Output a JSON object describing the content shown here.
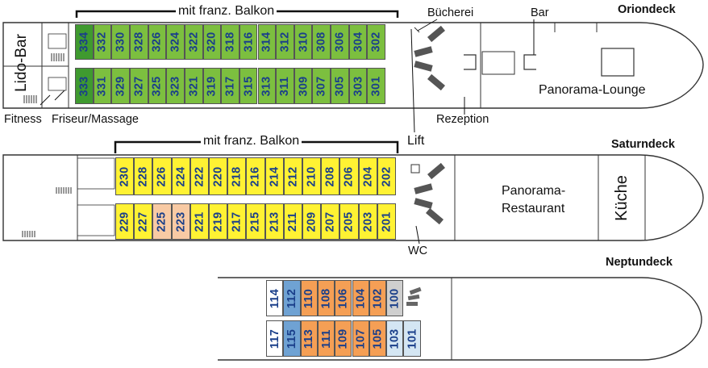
{
  "colors": {
    "orion": "#7cbf3f",
    "orion_dark": "#3f9a2f",
    "saturn": "#fff233",
    "saturn_alt": "#f8caa4",
    "neptun": "#f59f55",
    "neptun_blue": "#6fa2d3",
    "neptun_light": "#d4e6f3",
    "neptun_grey": "#cfcfcf",
    "white": "#ffffff"
  },
  "decks": {
    "orion": {
      "title": "Oriondeck"
    },
    "saturn": {
      "title": "Saturndeck"
    },
    "neptun": {
      "title": "Neptundeck"
    }
  },
  "labels": {
    "balkon_orion": "mit franz. Balkon",
    "balkon_saturn": "mit franz. Balkon",
    "lido_bar": "Lido-Bar",
    "fitness": "Fitness",
    "friseur": "Friseur/Massage",
    "buecherei": "Bücherei",
    "bar": "Bar",
    "panorama_lounge": "Panorama-Lounge",
    "rezeption": "Rezeption",
    "lift": "Lift",
    "panorama_restaurant_1": "Panorama-",
    "panorama_restaurant_2": "Restaurant",
    "kueche": "Küche",
    "wc": "WC"
  },
  "cabins": {
    "orion_top": [
      {
        "n": "334",
        "c": "orion_dark"
      },
      {
        "n": "332",
        "c": "orion"
      },
      {
        "n": "330",
        "c": "orion"
      },
      {
        "n": "328",
        "c": "orion"
      },
      {
        "n": "326",
        "c": "orion"
      },
      {
        "n": "324",
        "c": "orion"
      },
      {
        "n": "322",
        "c": "orion"
      },
      {
        "n": "320",
        "c": "orion"
      },
      {
        "n": "318",
        "c": "orion"
      },
      {
        "n": "316",
        "c": "orion"
      },
      {
        "n": "314",
        "c": "orion"
      },
      {
        "n": "312",
        "c": "orion"
      },
      {
        "n": "310",
        "c": "orion"
      },
      {
        "n": "308",
        "c": "orion"
      },
      {
        "n": "306",
        "c": "orion"
      },
      {
        "n": "304",
        "c": "orion"
      },
      {
        "n": "302",
        "c": "orion"
      }
    ],
    "orion_bottom": [
      {
        "n": "333",
        "c": "orion_dark"
      },
      {
        "n": "331",
        "c": "orion"
      },
      {
        "n": "329",
        "c": "orion"
      },
      {
        "n": "327",
        "c": "orion"
      },
      {
        "n": "325",
        "c": "orion"
      },
      {
        "n": "323",
        "c": "orion"
      },
      {
        "n": "321",
        "c": "orion"
      },
      {
        "n": "319",
        "c": "orion"
      },
      {
        "n": "317",
        "c": "orion"
      },
      {
        "n": "315",
        "c": "orion"
      },
      {
        "n": "313",
        "c": "orion"
      },
      {
        "n": "311",
        "c": "orion"
      },
      {
        "n": "309",
        "c": "orion"
      },
      {
        "n": "307",
        "c": "orion"
      },
      {
        "n": "305",
        "c": "orion"
      },
      {
        "n": "303",
        "c": "orion"
      },
      {
        "n": "301",
        "c": "orion"
      }
    ],
    "saturn_top": [
      {
        "n": "230",
        "c": "saturn"
      },
      {
        "n": "228",
        "c": "saturn"
      },
      {
        "n": "226",
        "c": "saturn"
      },
      {
        "n": "224",
        "c": "saturn"
      },
      {
        "n": "222",
        "c": "saturn"
      },
      {
        "n": "220",
        "c": "saturn"
      },
      {
        "n": "218",
        "c": "saturn"
      },
      {
        "n": "216",
        "c": "saturn"
      },
      {
        "n": "214",
        "c": "saturn"
      },
      {
        "n": "212",
        "c": "saturn"
      },
      {
        "n": "210",
        "c": "saturn"
      },
      {
        "n": "208",
        "c": "saturn"
      },
      {
        "n": "206",
        "c": "saturn"
      },
      {
        "n": "204",
        "c": "saturn"
      },
      {
        "n": "202",
        "c": "saturn"
      }
    ],
    "saturn_bottom": [
      {
        "n": "229",
        "c": "saturn"
      },
      {
        "n": "227",
        "c": "saturn"
      },
      {
        "n": "225",
        "c": "saturn_alt"
      },
      {
        "n": "223",
        "c": "saturn_alt"
      },
      {
        "n": "221",
        "c": "saturn"
      },
      {
        "n": "219",
        "c": "saturn"
      },
      {
        "n": "217",
        "c": "saturn"
      },
      {
        "n": "215",
        "c": "saturn"
      },
      {
        "n": "213",
        "c": "saturn"
      },
      {
        "n": "211",
        "c": "saturn"
      },
      {
        "n": "209",
        "c": "saturn"
      },
      {
        "n": "207",
        "c": "saturn"
      },
      {
        "n": "205",
        "c": "saturn"
      },
      {
        "n": "203",
        "c": "saturn"
      },
      {
        "n": "201",
        "c": "saturn"
      }
    ],
    "neptun_top": [
      {
        "n": "114",
        "c": "white"
      },
      {
        "n": "112",
        "c": "neptun_blue"
      },
      {
        "n": "110",
        "c": "neptun"
      },
      {
        "n": "108",
        "c": "neptun"
      },
      {
        "n": "106",
        "c": "neptun"
      },
      {
        "n": "104",
        "c": "neptun"
      },
      {
        "n": "102",
        "c": "neptun"
      },
      {
        "n": "100",
        "c": "neptun_grey"
      }
    ],
    "neptun_bottom": [
      {
        "n": "117",
        "c": "white"
      },
      {
        "n": "115",
        "c": "neptun_blue"
      },
      {
        "n": "113",
        "c": "neptun"
      },
      {
        "n": "111",
        "c": "neptun"
      },
      {
        "n": "109",
        "c": "neptun"
      },
      {
        "n": "107",
        "c": "neptun"
      },
      {
        "n": "105",
        "c": "neptun"
      },
      {
        "n": "103",
        "c": "neptun_light"
      },
      {
        "n": "101",
        "c": "neptun_light"
      }
    ]
  }
}
